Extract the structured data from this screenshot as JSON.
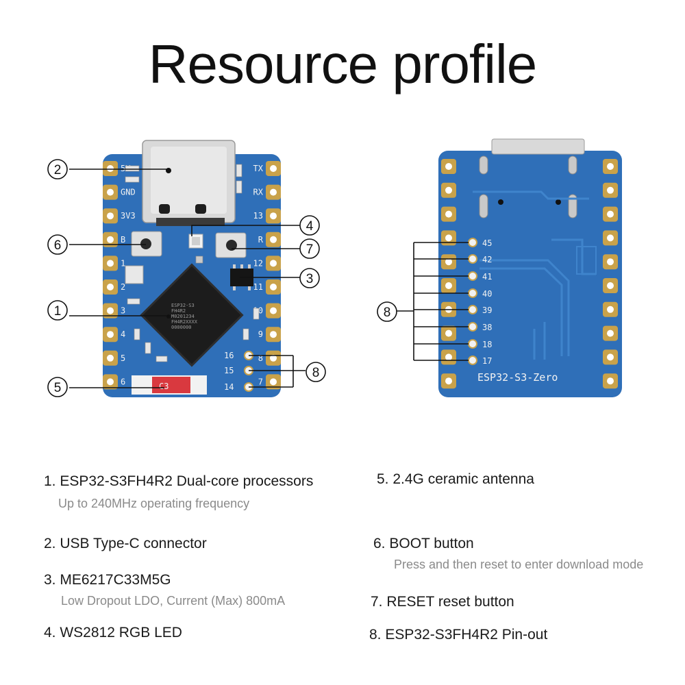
{
  "title": "Resource profile",
  "colors": {
    "pcb_blue": "#2f6fb8",
    "pad_gold": "#c9a24a",
    "usb_silver": "#d9d9d9",
    "chip_black": "#1c1c1c",
    "antenna_red": "#d9393f"
  },
  "callouts": [
    "1",
    "2",
    "3",
    "4",
    "5",
    "6",
    "7",
    "8"
  ],
  "front_board": {
    "left_pin_labels": [
      "5V",
      "GND",
      "3V3",
      "B",
      "1",
      "2",
      "3",
      "4",
      "5",
      "6"
    ],
    "right_pin_labels": [
      "TX",
      "RX",
      "13",
      "R",
      "12",
      "11",
      "10",
      "9",
      "8",
      "7"
    ],
    "inner_pin_labels": [
      "16",
      "15",
      "14"
    ],
    "chip_markings": [
      "ESP32-S3",
      "FH4R2",
      "M0201234",
      "FH4R2XXXX",
      "0000000"
    ],
    "antenna_label": "C3"
  },
  "back_board": {
    "pin_labels": [
      "45",
      "42",
      "41",
      "40",
      "39",
      "38",
      "18",
      "17"
    ],
    "brand": "ESP32-S3-Zero"
  },
  "items": [
    {
      "num": "1.",
      "text": "ESP32-S3FH4R2 Dual-core processors",
      "sub": "Up to 240MHz operating frequency"
    },
    {
      "num": "2.",
      "text": "USB Type-C connector",
      "sub": ""
    },
    {
      "num": "3.",
      "text": "ME6217C33M5G",
      "sub": "Low Dropout LDO, Current (Max) 800mA"
    },
    {
      "num": "4.",
      "text": "WS2812  RGB LED",
      "sub": ""
    },
    {
      "num": "5.",
      "text": "2.4G ceramic antenna",
      "sub": ""
    },
    {
      "num": "6.",
      "text": "BOOT button",
      "sub": "Press and then reset to enter download mode"
    },
    {
      "num": "7.",
      "text": "RESET reset button",
      "sub": ""
    },
    {
      "num": "8.",
      "text": "ESP32-S3FH4R2 Pin-out",
      "sub": ""
    }
  ]
}
